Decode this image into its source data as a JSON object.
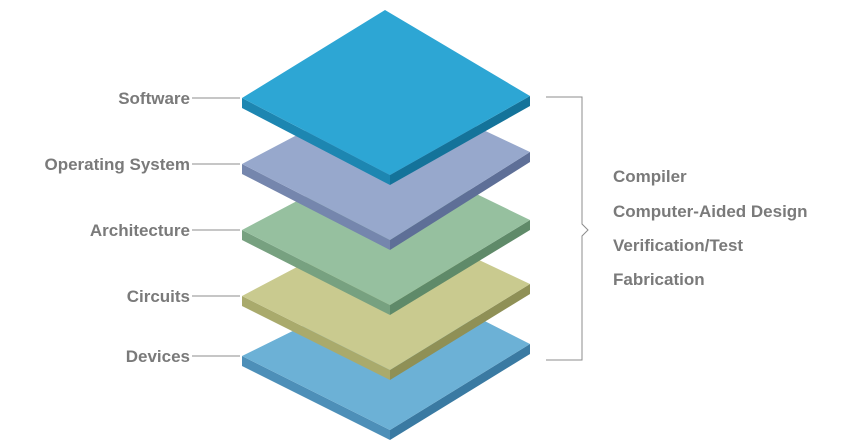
{
  "layers": [
    {
      "id": "devices",
      "label": "Devices",
      "top": "#6cb1d6",
      "left": "#4d8fb8",
      "right": "#3a7aa2"
    },
    {
      "id": "circuits",
      "label": "Circuits",
      "top": "#c9ca8f",
      "left": "#a9aa6c",
      "right": "#8f9056"
    },
    {
      "id": "architecture",
      "label": "Architecture",
      "top": "#96c09f",
      "left": "#77a180",
      "right": "#5f8a69"
    },
    {
      "id": "operating-system",
      "label": "Operating System",
      "top": "#97a8cc",
      "left": "#7586ad",
      "right": "#5e6f97"
    },
    {
      "id": "software",
      "label": "Software",
      "top": "#2da6d4",
      "left": "#1d86b1",
      "right": "#14739a"
    }
  ],
  "tools": {
    "items": [
      "Compiler",
      "Computer-Aided Design",
      "Verification/Test",
      "Fabrication"
    ]
  }
}
